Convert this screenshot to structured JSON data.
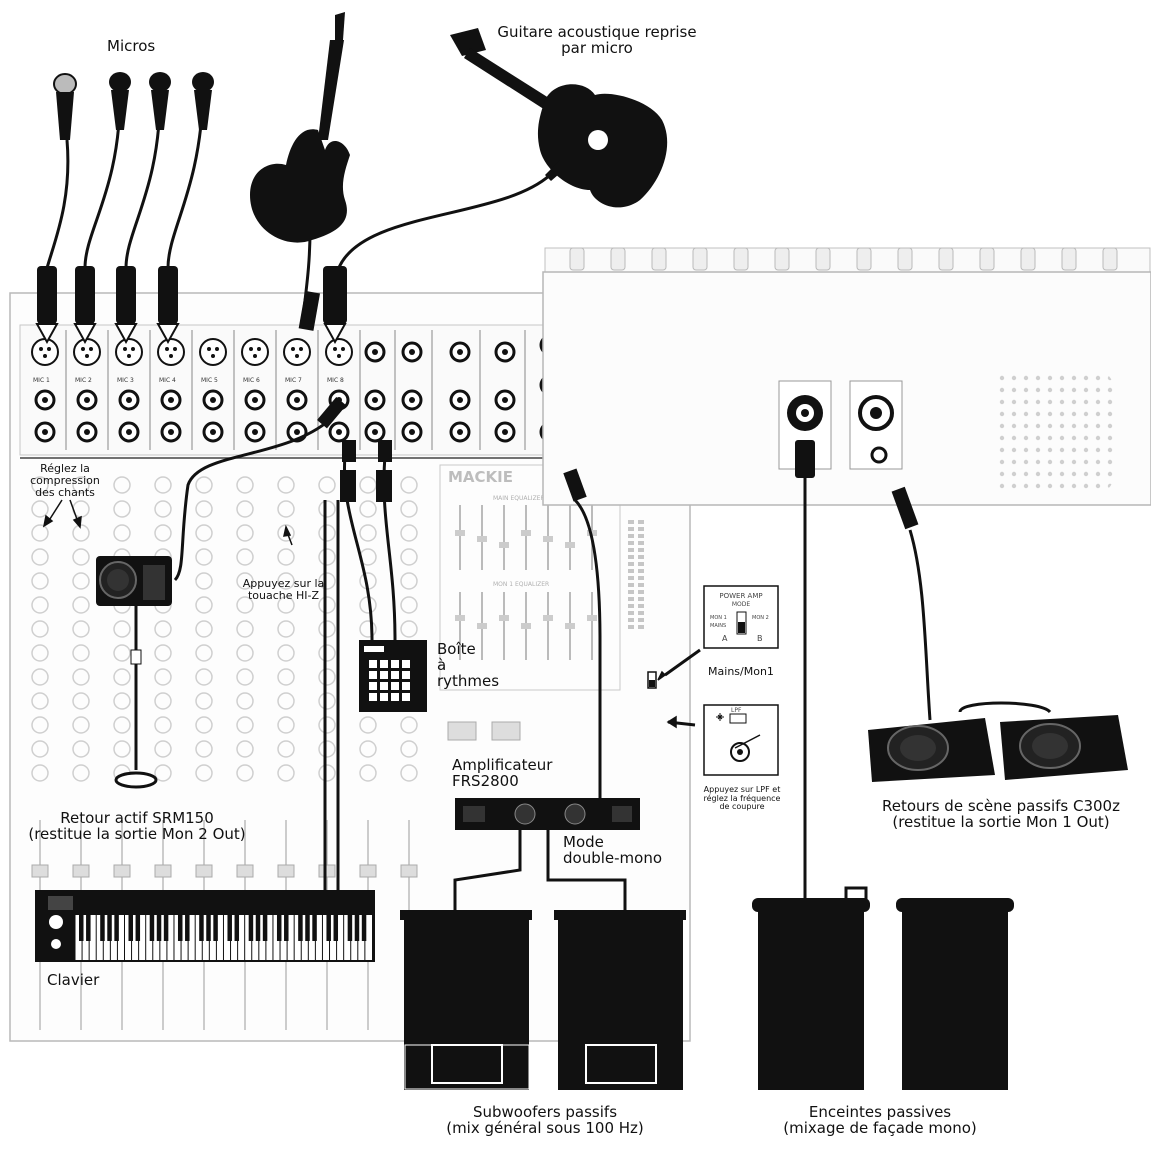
{
  "labels": {
    "micros": "Micros",
    "acoustic_line1": "Guitare acoustique reprise",
    "acoustic_line2": "par micro",
    "compression_line1": "Réglez la",
    "compression_line2": "compression",
    "compression_line3": "des chants",
    "hiz_line1": "Appuyez sur la",
    "hiz_line2": "touache HI-Z",
    "drum_line1": "Boîte",
    "drum_line2": "à",
    "drum_line3": "rythmes",
    "amp_line1": "Amplificateur",
    "amp_line2": "FRS2800",
    "mode_line1": "Mode",
    "mode_line2": "double-mono",
    "lpf_line1": "Appuyez sur LPF et",
    "lpf_line2": "réglez la fréquence",
    "lpf_line3": "de coupure",
    "mains_mon1": "Mains/Mon1",
    "srm_line1": "Retour actif SRM150",
    "srm_line2": "(restitue la sortie Mon 2 Out)",
    "c300_line1": "Retours de scène passifs C300z",
    "c300_line2": "(restitue la sortie Mon 1 Out)",
    "clavier": "Clavier",
    "sub_line1": "Subwoofers passifs",
    "sub_line2": "(mix général sous 100 Hz)",
    "ench_line1": "Enceintes passives",
    "ench_line2": "(mixage de façade mono)"
  },
  "inset_power": {
    "title_line1": "POWER AMP",
    "title_line2": "MODE",
    "mon1": "MON 1",
    "mains": "MAINS",
    "mon2": "MON 2",
    "a": "A",
    "b": "B"
  },
  "inset_lpf": {
    "lpf": "LPF"
  },
  "mixer": {
    "brand": "MACKIE",
    "channels": [
      "MIC 1",
      "MIC 2",
      "MIC 3",
      "MIC 4",
      "MIC 5",
      "MIC 6",
      "MIC 7",
      "MIC 8"
    ],
    "main_eq": "MAIN EQUALIZER",
    "mon_eq": "MON 1 EQUALIZER"
  },
  "colors": {
    "ink": "#111111",
    "panel_line": "#bbbbbb",
    "panel_fill": "#fdfdfd",
    "gray": "#8a8a8a"
  }
}
